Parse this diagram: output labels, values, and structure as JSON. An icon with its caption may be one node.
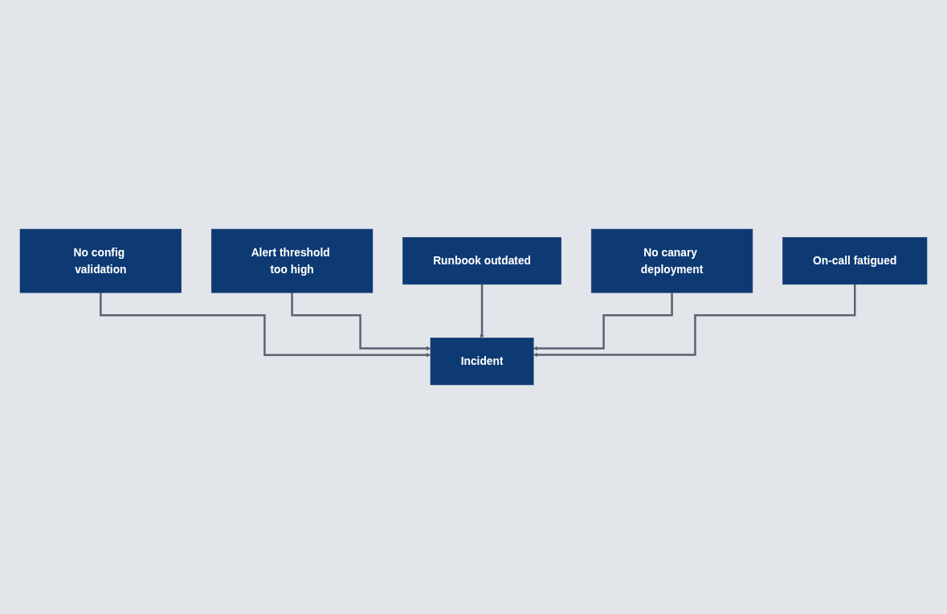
{
  "diagram": {
    "nodes": [
      {
        "text": [
          "No config validation"
        ]
      },
      {
        "text": [
          "Alert threshold too high"
        ]
      },
      {
        "text": [
          "Runbook outdated"
        ]
      },
      {
        "text": [
          "No canary deployment"
        ]
      },
      {
        "text": [
          "On-call fatigued"
        ]
      },
      {
        "text": [
          "Incident"
        ]
      }
    ],
    "edges": [
      {
        "from": 0,
        "to": 5,
        "arrow": "to"
      },
      {
        "from": 1,
        "to": 5,
        "arrow": "to"
      },
      {
        "from": 2,
        "to": 5,
        "arrow": "to"
      },
      {
        "from": 3,
        "to": 5,
        "arrow": "to"
      },
      {
        "from": 4,
        "to": 5,
        "arrow": "to"
      }
    ]
  }
}
